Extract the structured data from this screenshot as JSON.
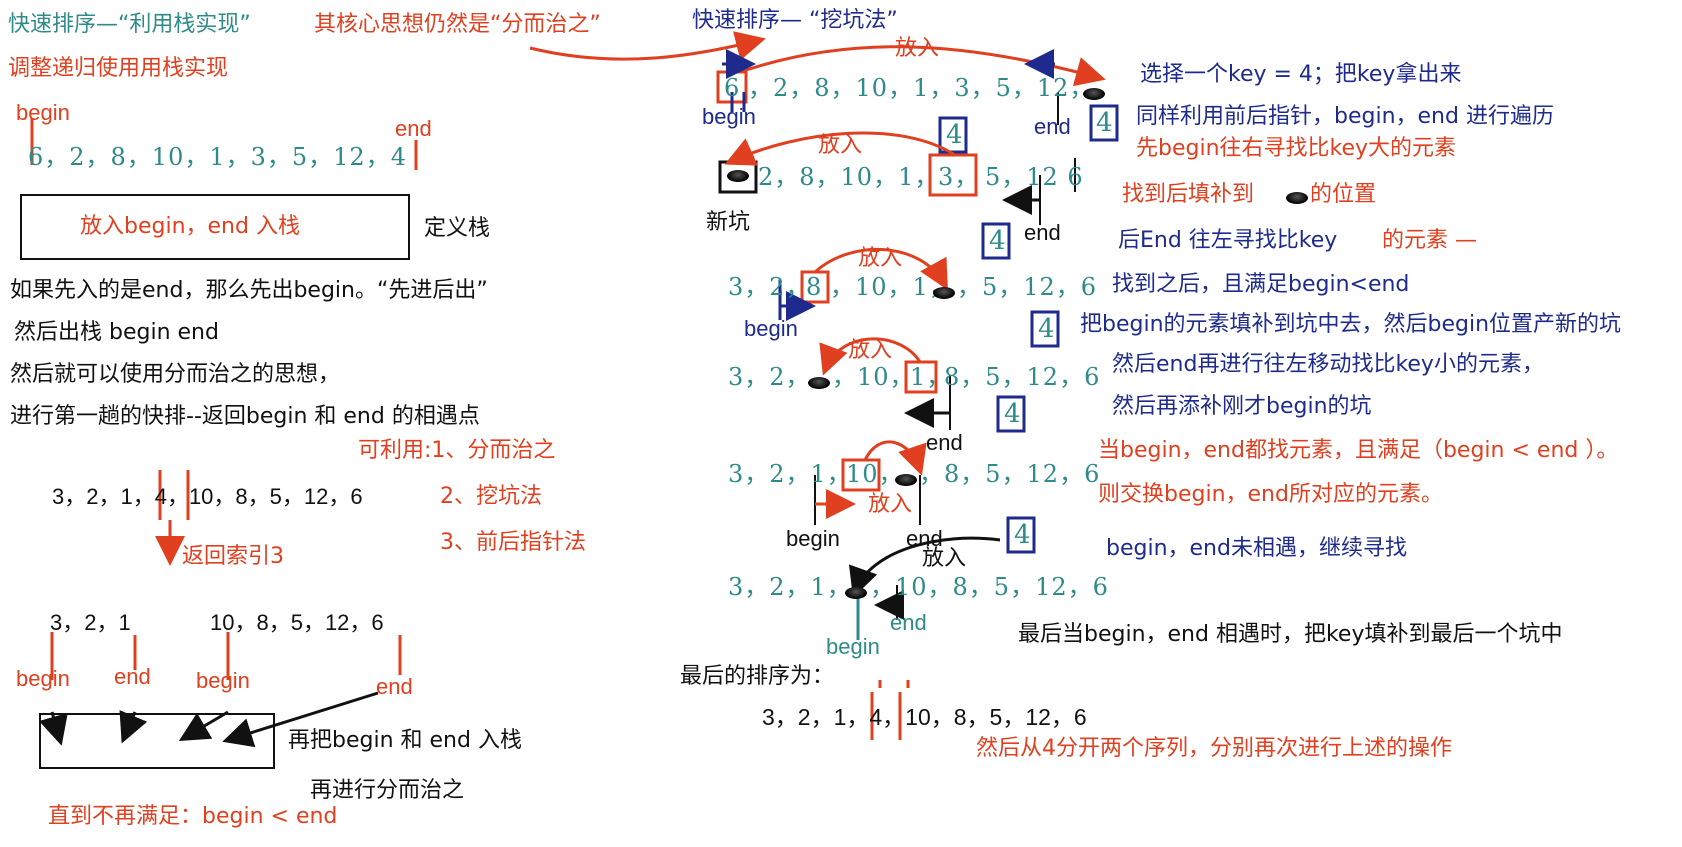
{
  "colors": {
    "teal": "#2f8a8a",
    "red": "#e0401f",
    "blue": "#1e2b8c",
    "black": "#111111"
  },
  "left": {
    "title": "快速排序—“利用栈实现”",
    "title_note": "其核心思想仍然是“分而治之”",
    "subtitle": "调整递归使用用栈实现",
    "label_begin": "begin",
    "label_end": "end",
    "sequence1": "6，2，8，10，1，3，5，12，4",
    "stack_box_text": "放入begin，end 入栈",
    "stack_label": "定义栈",
    "line1": "如果先入的是end，那么先出begin。“先进后出”",
    "line2": "然后出栈    begin end",
    "line3": "然后就可以使用分而治之的思想，",
    "line4": "进行第一趟的快排--返回begin 和 end 的相遇点",
    "usable_1": "可利用:1、分而治之",
    "usable_2": "2、挖坑法",
    "usable_3": "3、前后指针法",
    "sequence2": "3，2，1，4，10，8，5，12，6",
    "return_index": "返回索引3",
    "sub_left": "3，2，1",
    "sub_right": "10，8，5，12，6",
    "bottom_labels": [
      "begin",
      "end",
      "begin",
      "end"
    ],
    "push_again": "再把begin 和 end 入栈",
    "divide_again": "再进行分而治之",
    "until": "直到不再满足：begin < end"
  },
  "middle": {
    "title": "快速排序— “挖坑法”",
    "put_in": "放入",
    "new_pit": "新坑",
    "rows": [
      {
        "cells": [
          "6",
          "，2，8，10，1，3，5，12，",
          ""
        ]
      },
      {
        "cells": [
          "",
          "2，8，10，1，",
          "3，",
          "5，12 6"
        ]
      },
      {
        "cells": [
          "3，2，",
          "8",
          "，10，1，",
          "",
          "，5，12，6"
        ]
      },
      {
        "cells": [
          "3，2，",
          "",
          "，10，",
          "1，",
          "8，5，12，6"
        ]
      },
      {
        "cells": [
          "3，2，1，",
          "10，",
          "",
          "，8，5，12，6"
        ]
      },
      {
        "cells": [
          "3，2，1，",
          "",
          "，10，8，5，12，6"
        ]
      }
    ],
    "key_box": "4",
    "begin": "begin",
    "end": "end",
    "final_label": "最后的排序为：",
    "final_seq": "3，2，1，4，10，8，5，12，6",
    "final_note": "然后从4分开两个序列，分别再次进行上述的操作"
  },
  "right": {
    "n1": "选择一个key = 4；把key拿出来",
    "n2": "同样利用前后指针，begin，end 进行遍历",
    "n3": "先begin往右寻找比key大的元素",
    "n4a": "找到后填补到",
    "n4b": "的位置",
    "n5a": "后End 往左寻找比key",
    "n5b": "的元素 —",
    "n6": "找到之后，且满足begin<end",
    "n7": "把begin的元素填补到坑中去，然后begin位置产新的坑",
    "n8": "然后end再进行往左移动找比key小的元素，",
    "n9": "然后再添补刚才begin的坑",
    "n10": "当begin，end都找元素，且满足（begin < end ）。",
    "n11": "则交换begin，end所对应的元素。",
    "n12": "begin，end未相遇，继续寻找",
    "n13": "最后当begin，end 相遇时，把key填补到最后一个坑中"
  }
}
